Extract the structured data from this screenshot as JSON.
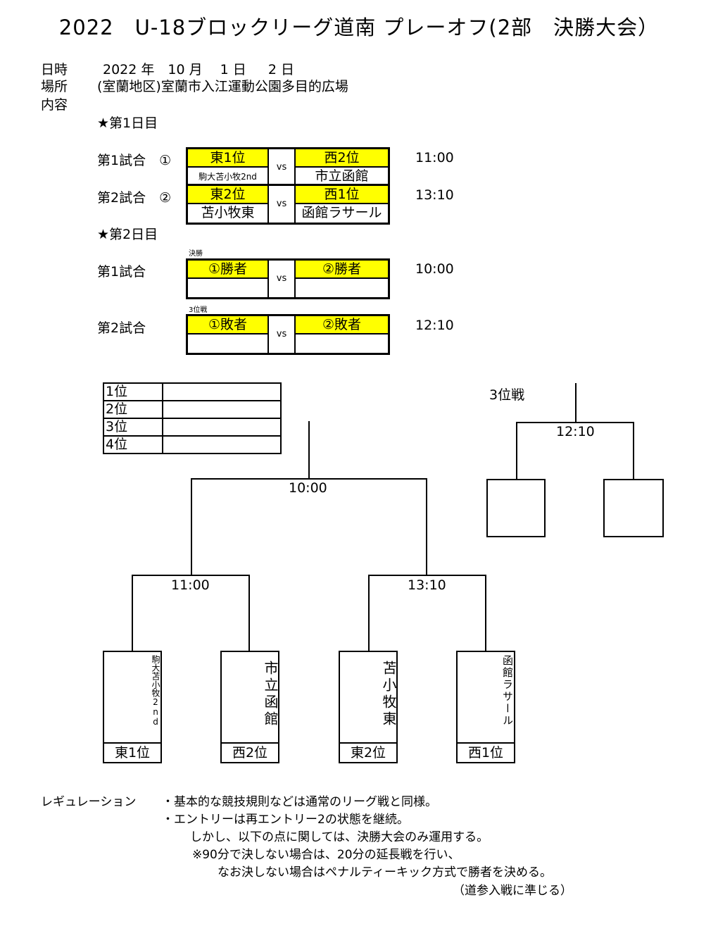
{
  "title": "2022　U-18ブロックリーグ道南 プレーオフ(2部　決勝大会）",
  "info": {
    "date_label": "日時",
    "date_value": "2022 年　10 月　 1 日　  2 日",
    "place_label": "場所",
    "place_value": "(室蘭地区)室蘭市入江運動公園多目的広場",
    "content_label": "内容"
  },
  "day1": {
    "heading": "★第1日目",
    "match1": {
      "label": "第1試合　①",
      "home_rank": "東1位",
      "home_team": "駒大苫小牧2nd",
      "away_rank": "西2位",
      "away_team": "市立函館",
      "vs": "vs",
      "time": "11:00"
    },
    "match2": {
      "label": "第2試合　②",
      "home_rank": "東2位",
      "home_team": "苫小牧東",
      "away_rank": "西1位",
      "away_team": "函館ラサール",
      "vs": "vs",
      "time": "13:10"
    }
  },
  "day2": {
    "heading": "★第2日目",
    "match1": {
      "note": "決勝",
      "label": "第1試合",
      "home": "①勝者",
      "away": "②勝者",
      "vs": "vs",
      "time": "10:00"
    },
    "match2": {
      "note": "3位戦",
      "label": "第2試合",
      "home": "①敗者",
      "away": "②敗者",
      "vs": "vs",
      "time": "12:10"
    }
  },
  "ranking": [
    "1位",
    "2位",
    "3位",
    "4位"
  ],
  "bracket": {
    "final_time": "10:00",
    "semi1_time": "11:00",
    "semi2_time": "13:10",
    "third_label": "3位戦",
    "third_time": "12:10",
    "teams": [
      {
        "name": "駒大苫小牧2nd",
        "rank": "東1位"
      },
      {
        "name": "市立函館",
        "rank": "西2位"
      },
      {
        "name": "苫小牧東",
        "rank": "東2位"
      },
      {
        "name": "函館ラサール",
        "rank": "西1位"
      }
    ]
  },
  "regulation": {
    "label": "レギュレーション",
    "lines": [
      "・基本的な競技規則などは通常のリーグ戦と同様。",
      "・エントリーは再エントリー2の状態を継続。",
      "しかし、以下の点に関しては、決勝大会のみ運用する。",
      "※90分で決しない場合は、20分の延長戦を行い、",
      "なお決しない場合はペナルティーキック方式で勝者を決める。",
      "（道参入戦に準じる）"
    ]
  }
}
